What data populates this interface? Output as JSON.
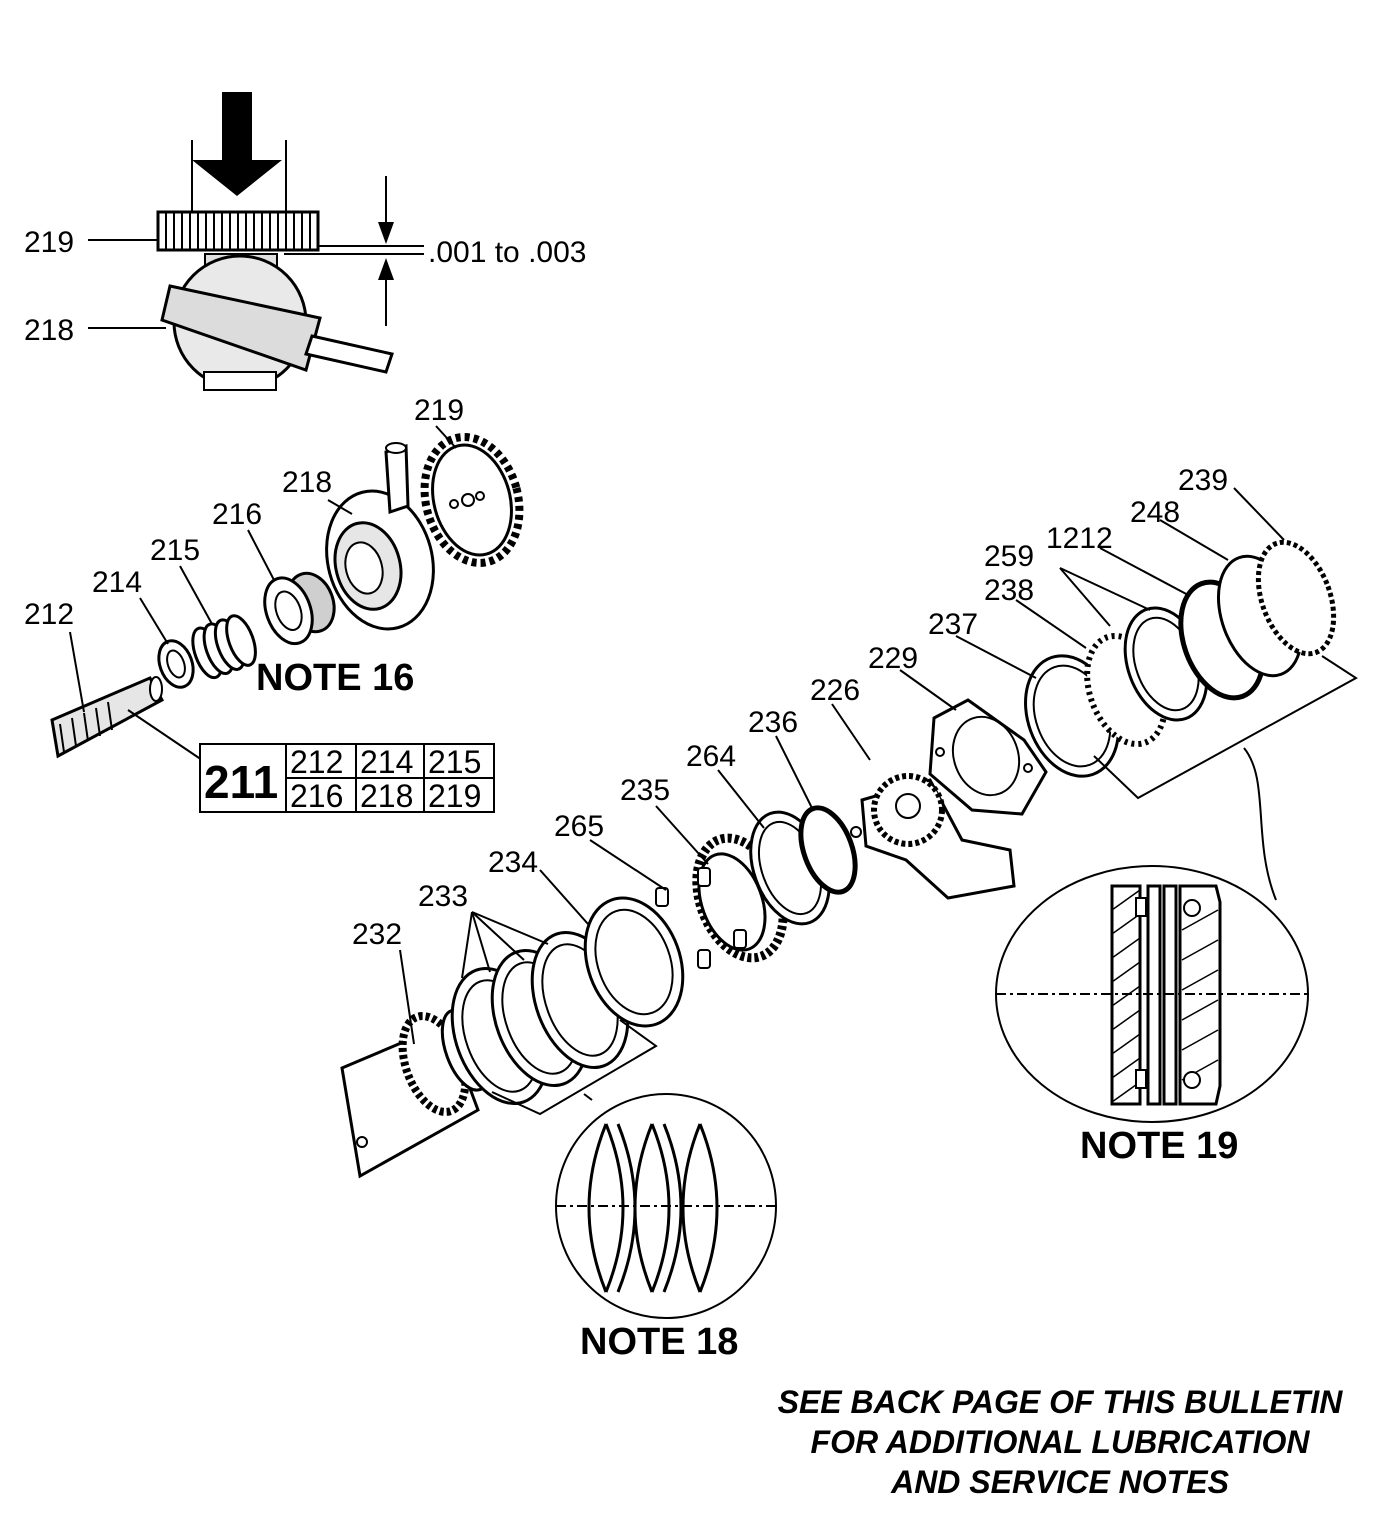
{
  "detail": {
    "label_gear": "219",
    "label_bearing": "218",
    "clearance": ".001 to .003"
  },
  "callouts": {
    "c212": "212",
    "c214": "214",
    "c215": "215",
    "c216": "216",
    "c218": "218",
    "c219": "219",
    "c232": "232",
    "c233": "233",
    "c234": "234",
    "c265": "265",
    "c235": "235",
    "c264": "264",
    "c236": "236",
    "c226": "226",
    "c229": "229",
    "c237": "237",
    "c238": "238",
    "c259": "259",
    "c1212": "1212",
    "c248": "248",
    "c239": "239"
  },
  "kit": {
    "number": "211",
    "row1": [
      "212",
      "214",
      "215"
    ],
    "row2": [
      "216",
      "218",
      "219"
    ]
  },
  "notes": {
    "note16": "NOTE 16",
    "note18": "NOTE 18",
    "note19": "NOTE 19"
  },
  "footer": {
    "line1": "SEE BACK PAGE OF THIS BULLETIN",
    "line2": "FOR ADDITIONAL LUBRICATION",
    "line3": "AND SERVICE NOTES"
  }
}
